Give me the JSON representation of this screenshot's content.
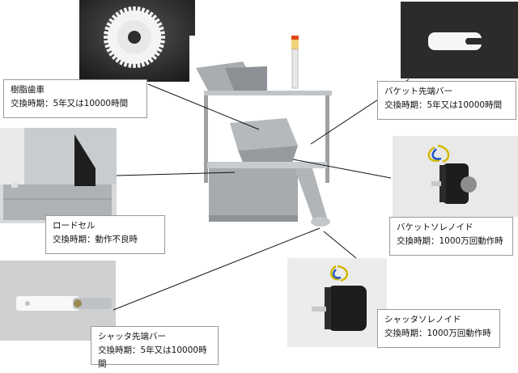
{
  "colors": {
    "photo_dark": "#3a3a3a",
    "photo_light": "#e6e6e6",
    "steel": "#b9bcbf",
    "white_part": "#f6f6f6",
    "callout_line": "#111111"
  },
  "parts": [
    {
      "id": "gear",
      "name": "樹脂歯車",
      "interval_label": "交換時期：",
      "interval": "5年又は10000時間",
      "icon": "gear-icon"
    },
    {
      "id": "bucket-tip",
      "name": "バケット先端バー",
      "interval_label": "交換時期：",
      "interval": "5年又は10000時間",
      "icon": "bar-part-icon"
    },
    {
      "id": "loadcell",
      "name": "ロードセル",
      "interval_label": "交換時期：",
      "interval": "動作不良時",
      "icon": "loadcell-icon"
    },
    {
      "id": "bucket-solenoid",
      "name": "バケットソレノイド",
      "interval_label": "交換時期：",
      "interval": "1000万回動作時",
      "icon": "solenoid-icon"
    },
    {
      "id": "shutter-tip",
      "name": "シャッタ先端バー",
      "interval_label": "交換時期：",
      "interval": "5年又は10000時間",
      "icon": "bar-part-icon"
    },
    {
      "id": "shutter-solenoid",
      "name": "シャッタソレノイド",
      "interval_label": "交換時期：",
      "interval": "1000万回動作時",
      "icon": "solenoid-icon"
    }
  ]
}
